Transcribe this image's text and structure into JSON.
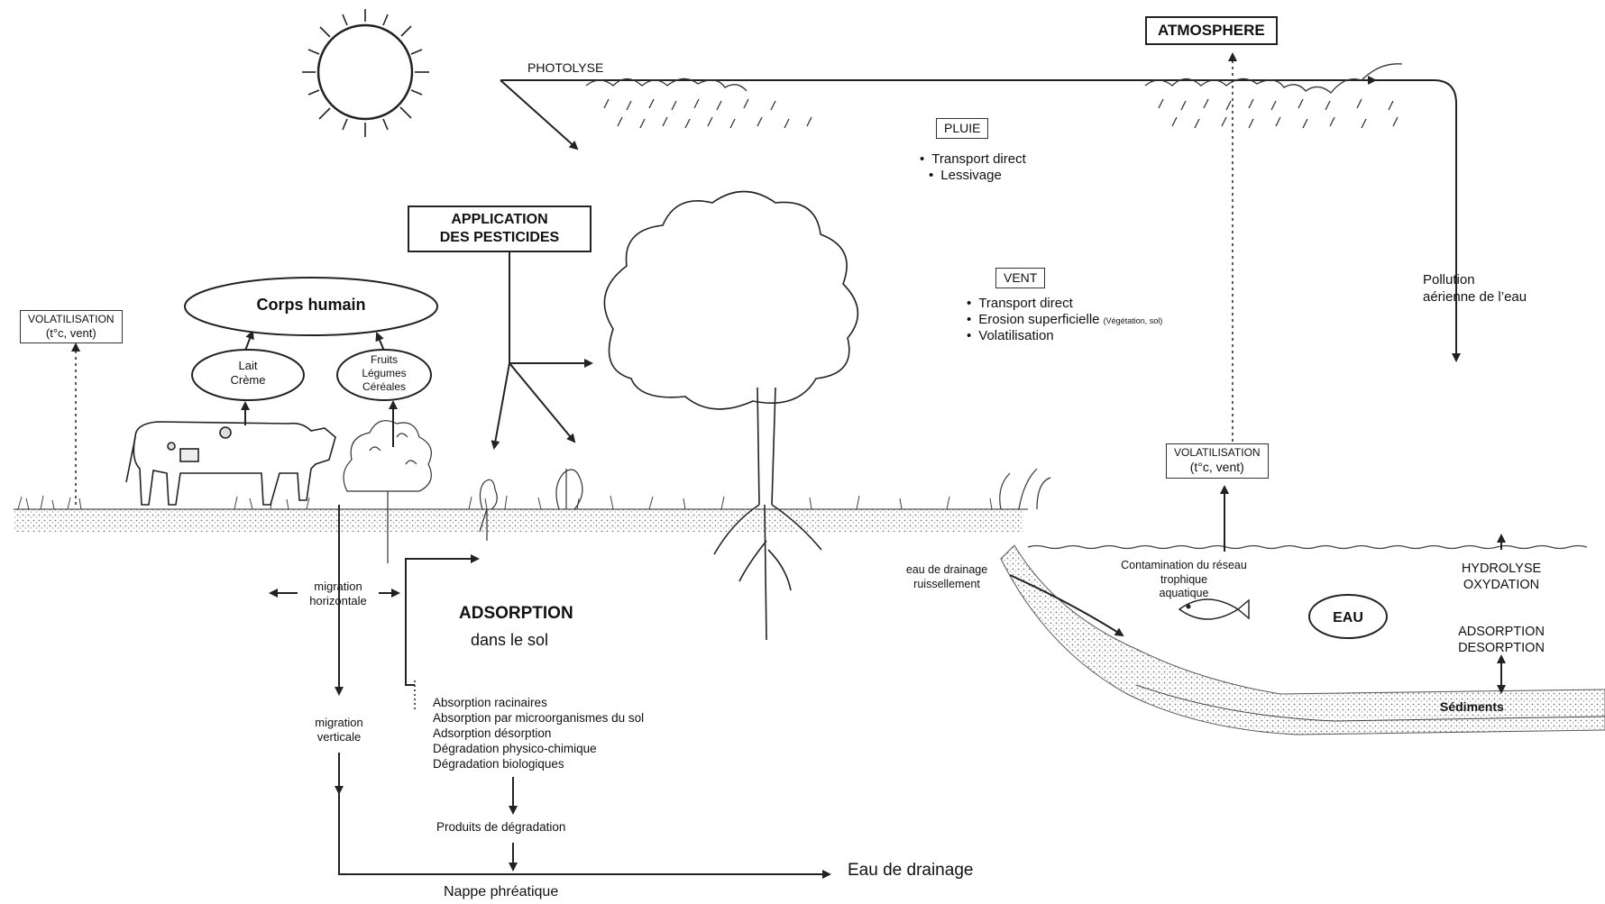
{
  "labels": {
    "photolyse": "PHOTOLYSE",
    "atmosphere": "ATMOSPHERE",
    "pluie": "PLUIE",
    "pluie_items": [
      "Transport direct",
      "Lessivage"
    ],
    "application": [
      "APPLICATION",
      "DES PESTICIDES"
    ],
    "vent": "VENT",
    "vent_items": [
      "Transport direct",
      "Erosion superficielle",
      "Volatilisation"
    ],
    "vent_erosion_note": "(Végétation, sol)",
    "pollution": [
      "Pollution",
      "aérienne de l’eau"
    ],
    "volat_left": [
      "VOLATILISATION",
      "(t°c, vent)"
    ],
    "volat_right": [
      "VOLATILISATION",
      "(t°c, vent)"
    ],
    "corps_humain": "Corps humain",
    "lait": [
      "Lait",
      "Crème"
    ],
    "fruits": [
      "Fruits",
      "Légumes",
      "Céréales"
    ],
    "migration_h": [
      "migration",
      "horizontale"
    ],
    "migration_v": [
      "migration",
      "verticale"
    ],
    "adsorption_title": "ADSORPTION",
    "adsorption_sub": "dans le sol",
    "processes": [
      "Absorption  racinaires",
      "Absorption  par  microorganismes du sol",
      "Adsorption désorption",
      "Dégradation physico-chimique",
      "Dégradation biologiques"
    ],
    "produits": "Produits de dégradation",
    "nappe": "Nappe phréatique",
    "eau_drainage_big": "Eau de drainage",
    "eau_drainage_small": [
      "eau de drainage",
      "ruissellement"
    ],
    "contamination": [
      "Contamination du réseau",
      "trophique",
      "aquatique"
    ],
    "eau": "EAU",
    "hydrolyse": [
      "HYDROLYSE",
      "OXYDATION"
    ],
    "ads_des": [
      "ADSORPTION",
      "DESORPTION"
    ],
    "sediments": "Sédiments"
  },
  "icons": [
    "sun-icon",
    "cloud-rain-icon",
    "tree-icon",
    "cow-icon",
    "plant-icon",
    "fish-icon"
  ],
  "colors": {
    "ink": "#111111",
    "soil": "#8a8a8a",
    "line": "#222222"
  }
}
